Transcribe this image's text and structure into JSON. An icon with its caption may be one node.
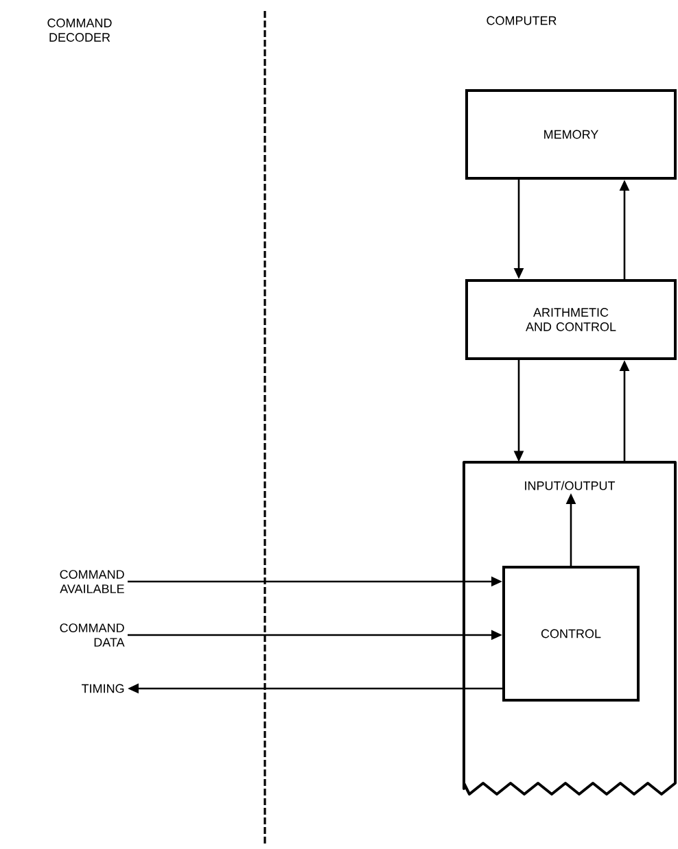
{
  "diagram": {
    "nodes": [
      {
        "text": [
          "MEMORY"
        ]
      },
      {
        "text": [
          "ARITHMETIC AND CONTROL"
        ]
      },
      {
        "text": [
          "INPUT/OUTPUT"
        ]
      },
      {
        "text": [
          "CONTROL"
        ],
        "in": 2
      },
      {
        "text": [
          "COMMAND AVAILABLE"
        ]
      },
      {
        "text": [
          "COMMAND DATA"
        ]
      },
      {
        "text": [
          "TIMING"
        ]
      }
    ],
    "edges": [
      {
        "from": 0,
        "to": 1,
        "arrow": "to"
      },
      {
        "from": 1,
        "to": 0,
        "arrow": "to"
      },
      {
        "from": 1,
        "to": 2,
        "arrow": "to"
      },
      {
        "from": 2,
        "to": 1,
        "arrow": "to"
      },
      {
        "from": 3,
        "to": 2,
        "arrow": "to"
      },
      {
        "from": 4,
        "to": 3,
        "arrow": "to"
      },
      {
        "from": 5,
        "to": 3,
        "arrow": "to"
      },
      {
        "from": 3,
        "to": 6,
        "arrow": "to"
      }
    ],
    "labels": [
      "COMMAND DECODER",
      "COMPUTER"
    ]
  }
}
